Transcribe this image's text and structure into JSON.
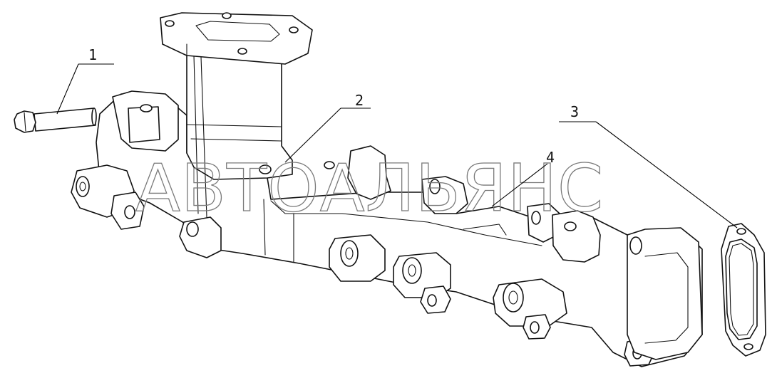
{
  "diagram": {
    "callouts": [
      {
        "id": "1",
        "label": "1"
      },
      {
        "id": "2",
        "label": "2"
      },
      {
        "id": "3",
        "label": "3"
      },
      {
        "id": "4",
        "label": "4"
      }
    ],
    "watermark": "АВТОАЛЬЯНС",
    "colors": {
      "line": "#111111",
      "background": "#ffffff",
      "watermark": "#7a7a7a"
    }
  }
}
